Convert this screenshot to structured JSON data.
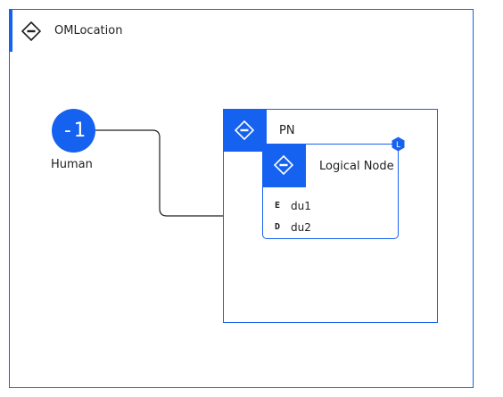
{
  "location": {
    "title": "OMLocation",
    "icon": "diamond-minus-icon"
  },
  "pn": {
    "title": "PN",
    "icon": "diamond-minus-icon"
  },
  "logical_node": {
    "title": "Logical Node",
    "icon": "diamond-minus-icon",
    "badge": "L",
    "attributes": [
      {
        "prefix": "E",
        "name": "du1"
      },
      {
        "prefix": "D",
        "name": "du2"
      }
    ]
  },
  "actor": {
    "symbol": "-1",
    "label": "Human"
  },
  "colors": {
    "accent": "#1662f0",
    "text": "#1f1f1f",
    "background": "#ffffff"
  }
}
